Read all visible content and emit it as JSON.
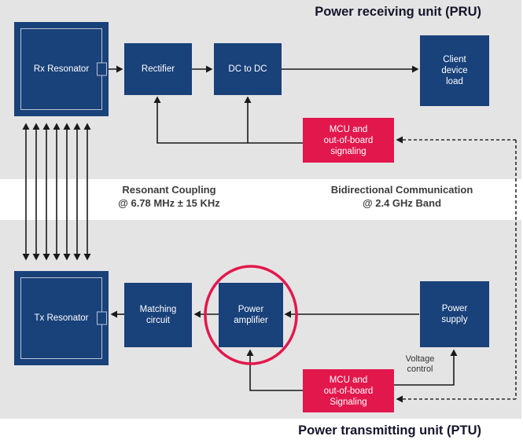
{
  "header": {
    "pru_title": "Power receiving unit (PRU)",
    "ptu_title": "Power transmitting unit (PTU)"
  },
  "pru": {
    "rx_resonator": "Rx Resonator",
    "rectifier": "Rectifier",
    "dc_to_dc": "DC to DC",
    "client_device_load": "Client\ndevice\nload",
    "mcu": "MCU and\nout-of-board\nsignaling"
  },
  "coupling": {
    "resonant": "Resonant Coupling\n@ 6.78 MHz ± 15 KHz",
    "bidirectional": "Bidirectional Communication\n@ 2.4 GHz Band"
  },
  "ptu": {
    "tx_resonator": "Tx Resonator",
    "matching_circuit": "Matching\ncircuit",
    "power_amplifier": "Power\namplifier",
    "power_supply": "Power\nsupply",
    "mcu": "MCU and\nout-of-board\nSignaling",
    "voltage_control": "Voltage\ncontrol"
  },
  "colors": {
    "navy_box": "#19417a",
    "red_box": "#e2184d",
    "panel_gray": "#e5e4e4",
    "line": "#1a1a1a",
    "highlight_circle": "#e2184d"
  }
}
